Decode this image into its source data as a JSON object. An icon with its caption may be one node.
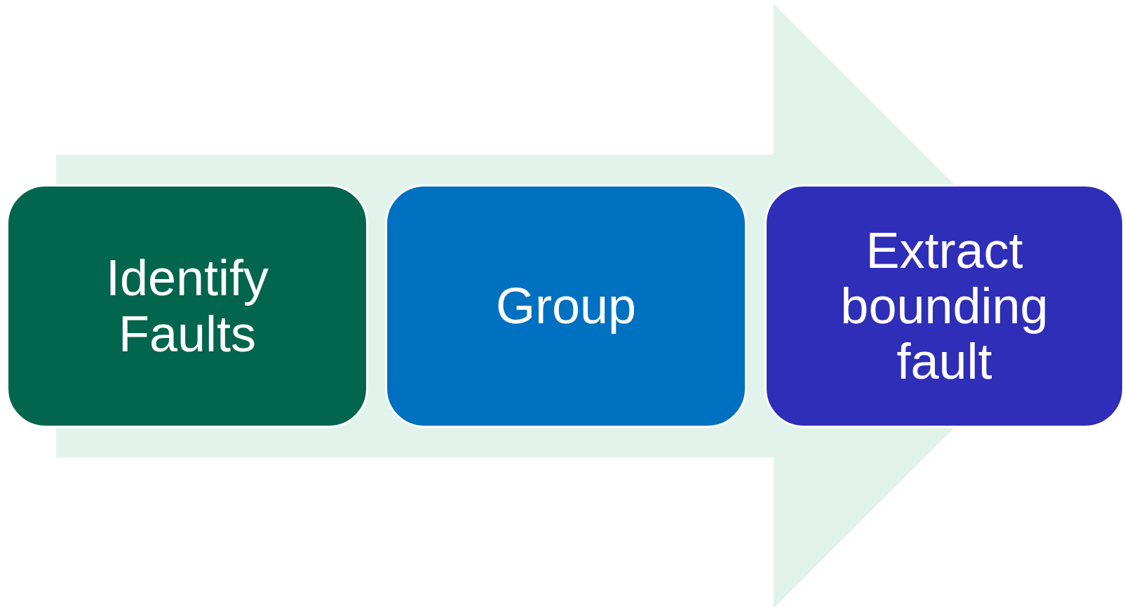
{
  "diagram": {
    "nodes": [
      {
        "text": [
          "Identify Faults"
        ]
      },
      {
        "text": [
          "Group"
        ]
      },
      {
        "text": [
          "Extract bounding fault"
        ]
      }
    ],
    "edges": [
      {
        "from": 0,
        "to": 2,
        "arrow": "to"
      }
    ]
  }
}
